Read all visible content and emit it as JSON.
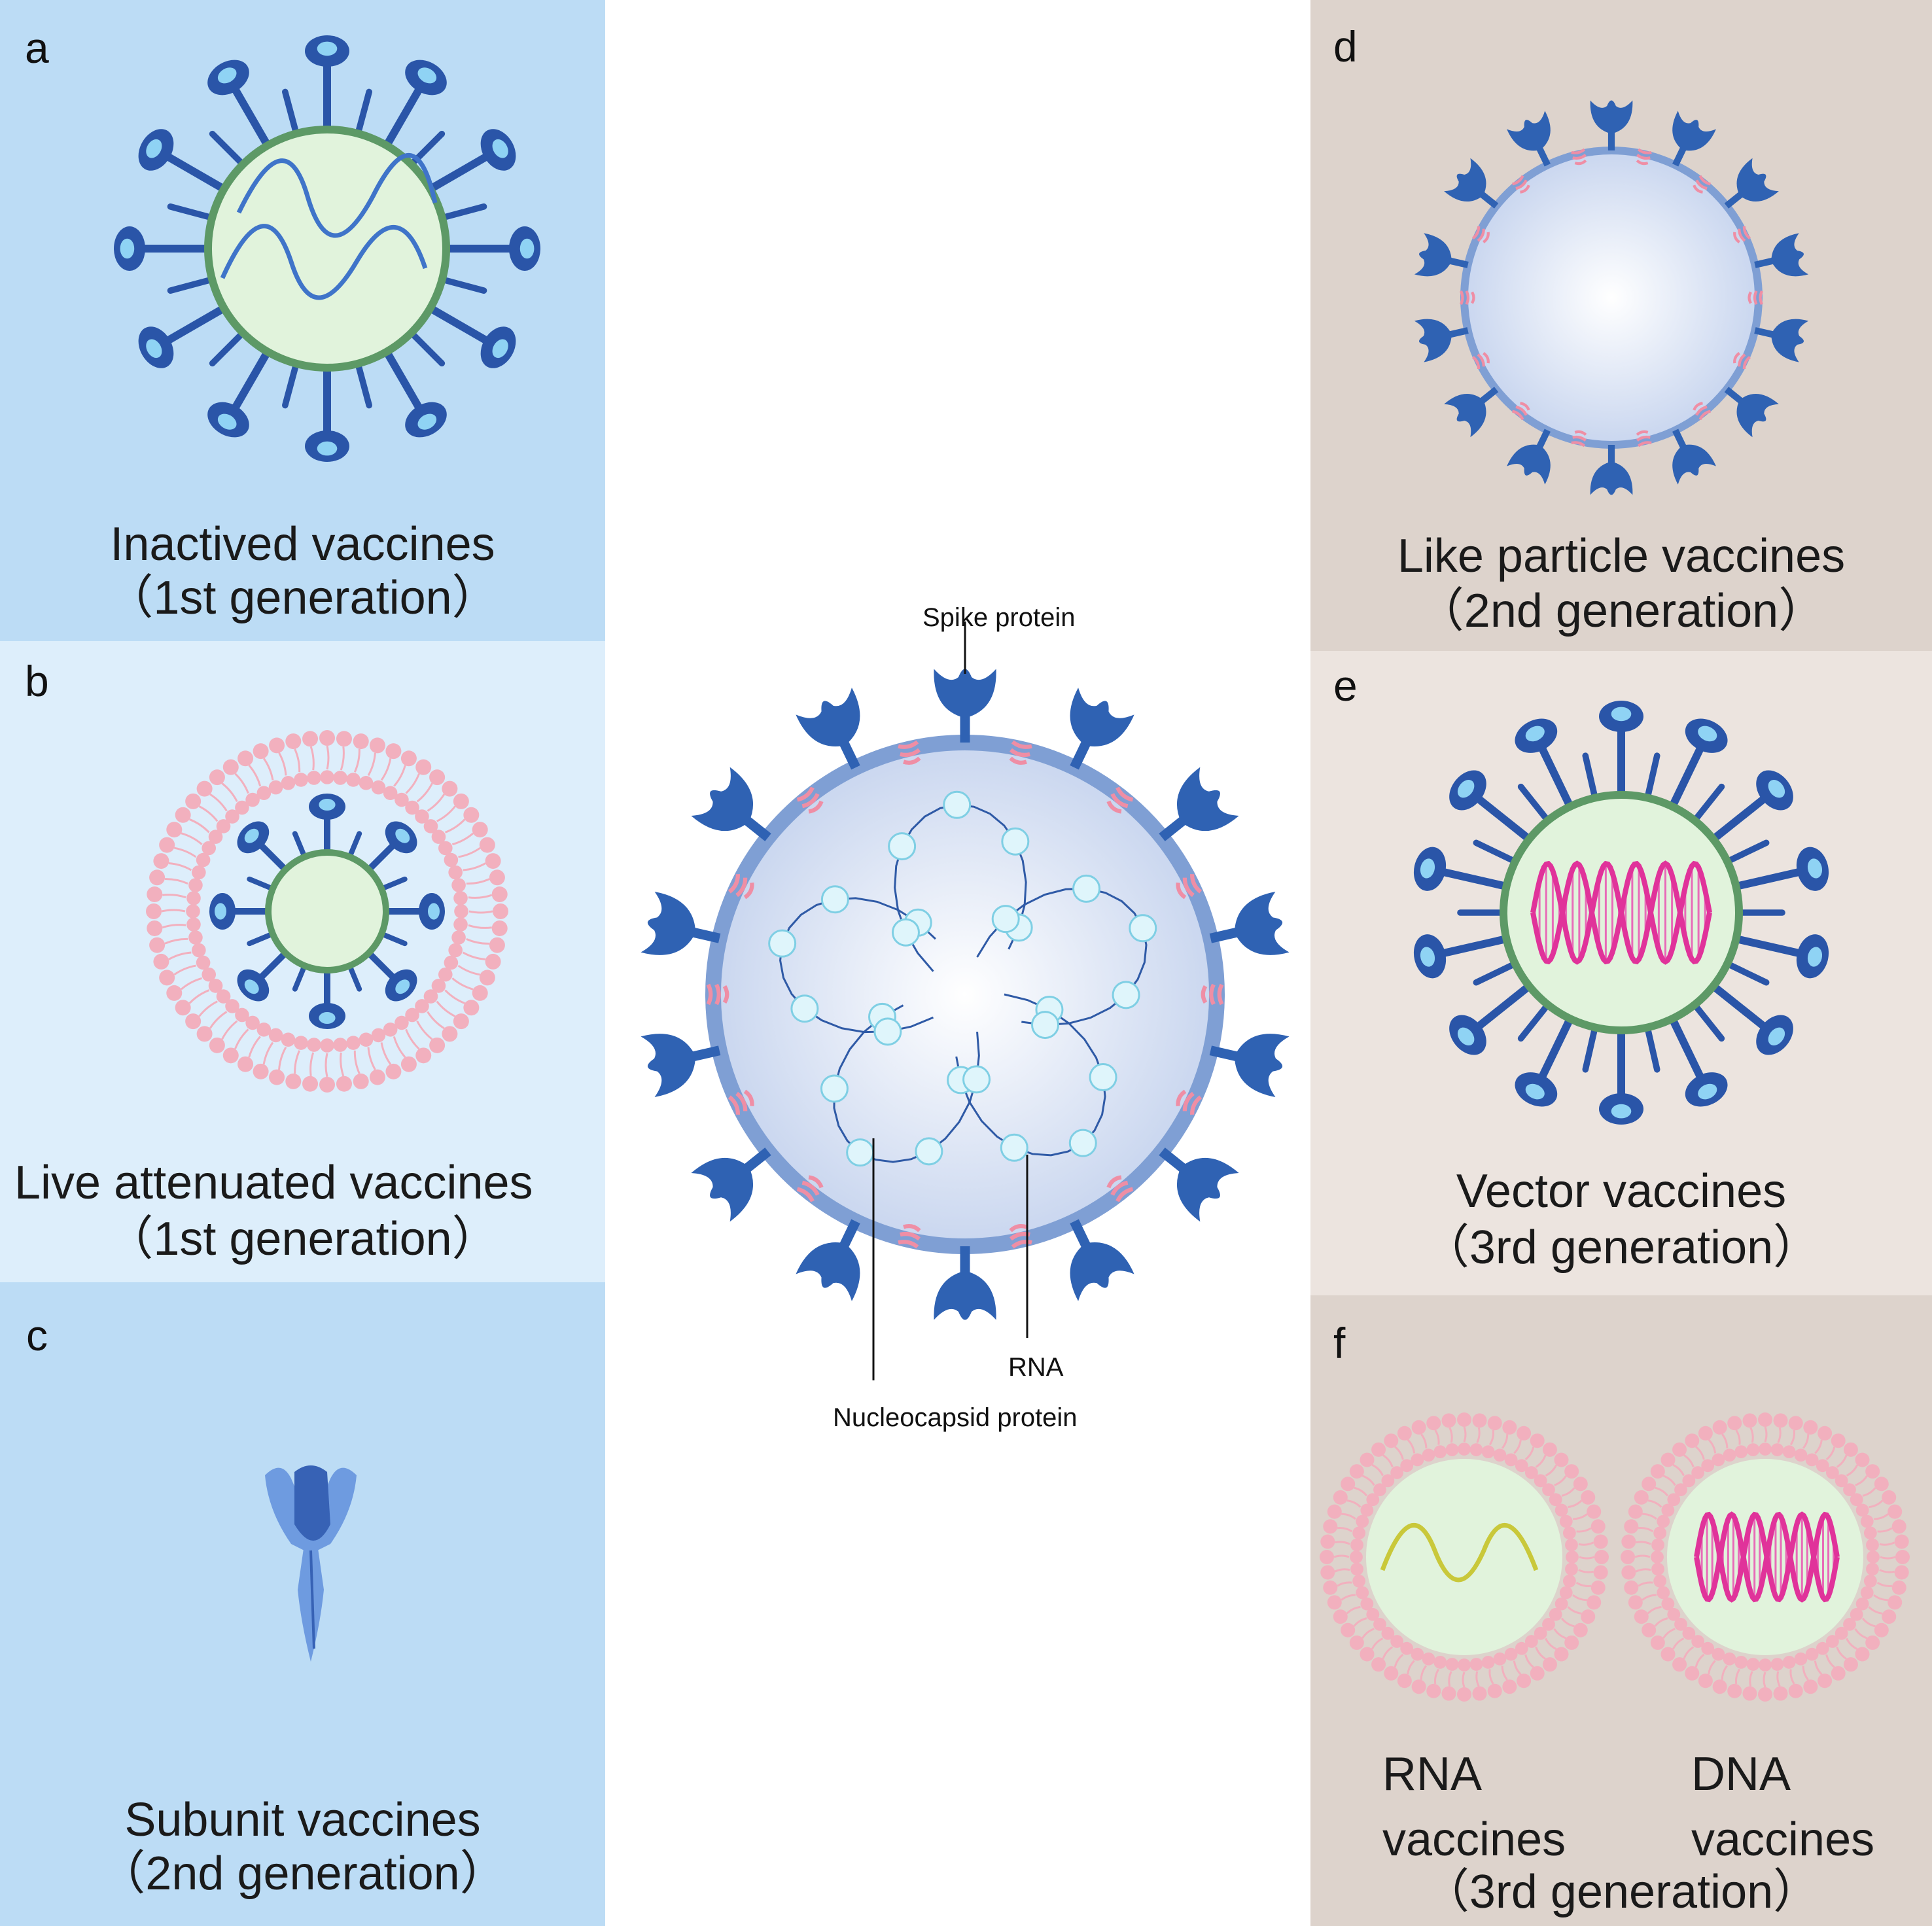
{
  "colors": {
    "panel_blue": "#bcdcf5",
    "panel_lightblue": "#ddeefb",
    "panel_beige": "#ddd3cc",
    "panel_lightbeige": "#ece4df",
    "spike_blue": "#2f62b3",
    "membrane_green": "#5d9966",
    "core_green": "#e1f3dc",
    "lipid_pink": "#f2b0be",
    "dna_magenta": "#e0339a",
    "rna_yellow": "#c9c83a",
    "envelope_blue": "#7f9fd4"
  },
  "panels": {
    "a": {
      "letter": "a",
      "title": "Inactived vaccines",
      "generation": "（1st generation）",
      "icons": [
        "spike-icon",
        "rna-wave-icon"
      ]
    },
    "b": {
      "letter": "b",
      "title": "Live attenuated vaccines",
      "generation": "（1st generation）",
      "icons": [
        "lipid-bilayer-icon",
        "spike-icon"
      ]
    },
    "c": {
      "letter": "c",
      "title": "Subunit vaccines",
      "generation": "（2nd generation）",
      "icons": [
        "spike-protein-icon"
      ]
    },
    "d": {
      "letter": "d",
      "title": "Like particle vaccines",
      "generation": "（2nd generation）",
      "icons": [
        "spike-icon",
        "envelope-protein-icon"
      ]
    },
    "e": {
      "letter": "e",
      "title": "Vector vaccines",
      "generation": "（3rd generation）",
      "icons": [
        "spike-icon",
        "dna-helix-icon"
      ]
    },
    "f": {
      "letter": "f",
      "rna_title": "RNA",
      "rna_sub": "vaccines",
      "dna_title": "DNA",
      "dna_sub": "vaccines",
      "generation": "（3rd generation）",
      "icons": [
        "lipid-nanoparticle-icon",
        "rna-wave-icon",
        "dna-helix-icon"
      ]
    }
  },
  "center": {
    "spike_label": "Spike protein",
    "rna_label": "RNA",
    "nucleocapsid_label": "Nucleocapsid protein"
  }
}
